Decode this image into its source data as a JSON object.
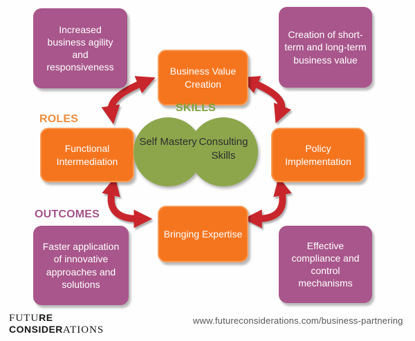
{
  "colors": {
    "orange": "#f5751f",
    "orange_border": "#f89b55",
    "purple": "#a8568b",
    "green": "#8da64c",
    "red": "#c8262c",
    "roles_label": "#ee8d3e",
    "outcomes_label": "#a2538a",
    "skills_label": "#7fa13c"
  },
  "labels": {
    "roles": "ROLES",
    "outcomes": "OUTCOMES",
    "skills": "SKILLS"
  },
  "roles": {
    "top": "Business Value Creation",
    "left": "Functional Intermediation",
    "right": "Policy Implementation",
    "bottom": "Bringing Expertise"
  },
  "outcomes": {
    "top_left": "Increased business agility and responsiveness",
    "top_right": "Creation of short-term and long-term business value",
    "bottom_left": "Faster application of innovative approaches and solutions",
    "bottom_right": "Effective compliance and control mechanisms"
  },
  "venn": {
    "left": "Self Mastery",
    "right": "Consulting Skills"
  },
  "footer": {
    "logo_line1_serif": "FUTU",
    "logo_line1_bold": "RE",
    "logo_line2_bold": "CONSIDER",
    "logo_line2_serif": "ATIONS",
    "url": "www.futureconsiderations.com/business-partnering"
  }
}
